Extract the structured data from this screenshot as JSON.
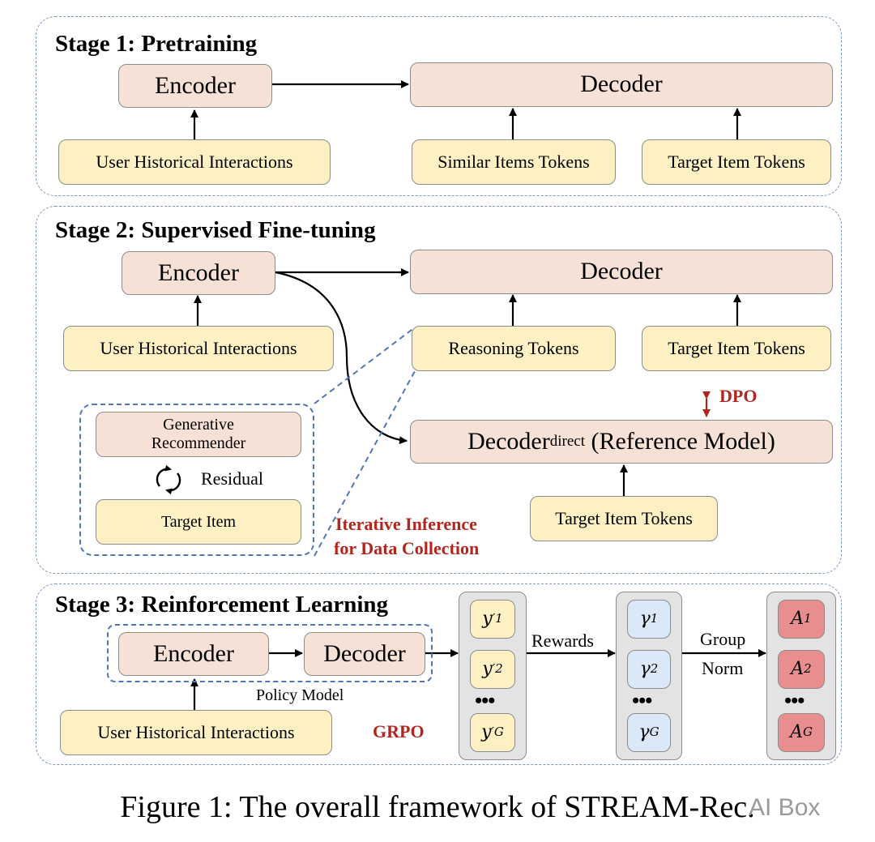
{
  "stage1": {
    "title": "Stage 1: Pretraining",
    "encoder": "Encoder",
    "decoder": "Decoder",
    "user_history": "User Historical Interactions",
    "similar_items": "Similar Items Tokens",
    "target_items": "Target Item Tokens"
  },
  "stage2": {
    "title": "Stage 2: Supervised Fine-tuning",
    "encoder": "Encoder",
    "decoder": "Decoder",
    "user_history": "User Historical Interactions",
    "reasoning_tokens": "Reasoning Tokens",
    "target_items": "Target Item Tokens",
    "dpo": "DPO",
    "decoder_direct_main": "Decoder",
    "decoder_direct_sub": "direct",
    "decoder_direct_suffix": " (Reference Model)",
    "ref_target_items": "Target Item Tokens",
    "gen_rec_line1": "Generative",
    "gen_rec_line2": "Recommender",
    "residual": "Residual",
    "target_item": "Target Item",
    "iterative_line1": "Iterative Inference",
    "iterative_line2": "for Data Collection"
  },
  "stage3": {
    "title": "Stage 3: Reinforcement Learning",
    "encoder": "Encoder",
    "decoder": "Decoder",
    "policy_model": "Policy Model",
    "user_history": "User Historical Interactions",
    "grpo": "GRPO",
    "rewards": "Rewards",
    "group": "Group",
    "norm": "Norm",
    "outputs": {
      "base": "y",
      "mark": "′",
      "subs": [
        "1",
        "2",
        "G"
      ]
    },
    "rewards_col": {
      "base": "γ",
      "subs": [
        "1",
        "2",
        "G"
      ]
    },
    "advantages": {
      "base": "A",
      "subs": [
        "1",
        "2",
        "G"
      ]
    },
    "dots": "•••"
  },
  "caption": "Figure 1: The overall framework of STREAM-Rec.",
  "watermark": "AI Box",
  "colors": {
    "encoder_fill": "#f6e1d6",
    "input_fill": "#fdf1c4",
    "reward_fill": "#dbe8f7",
    "advantage_fill": "#e98e8e",
    "accent_red": "#b3261e",
    "stage_border": "#7f96c4"
  }
}
